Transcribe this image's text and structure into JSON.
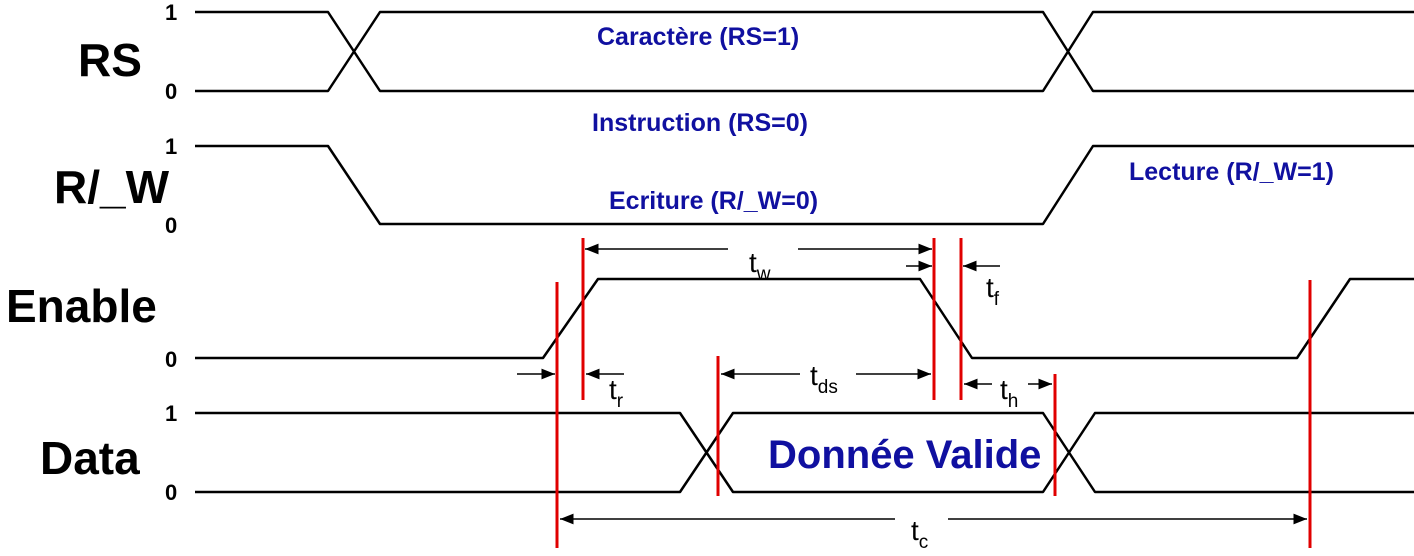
{
  "signals": {
    "rs": {
      "name": "RS",
      "level_high": "1",
      "level_low": "0",
      "label_high": "Caractère (RS=1)",
      "label_low": "Instruction (RS=0)"
    },
    "rw": {
      "name": "R/_W",
      "level_high": "1",
      "level_low": "0",
      "label_low": "Ecriture (R/_W=0)",
      "label_high": "Lecture (R/_W=1)"
    },
    "enable": {
      "name": "Enable",
      "level_low": "0"
    },
    "data": {
      "name": "Data",
      "level_high": "1",
      "level_low": "0",
      "label_valid": "Donnée Valide"
    }
  },
  "timings": {
    "tw": {
      "base": "t",
      "sub": "w"
    },
    "tf": {
      "base": "t",
      "sub": "f"
    },
    "tr": {
      "base": "t",
      "sub": "r"
    },
    "tds": {
      "base": "t",
      "sub": "ds"
    },
    "th": {
      "base": "t",
      "sub": "h"
    },
    "tc": {
      "base": "t",
      "sub": "c"
    }
  },
  "colors": {
    "marker": "#e00000",
    "annotation": "#1010a0",
    "waveform": "#000000"
  }
}
